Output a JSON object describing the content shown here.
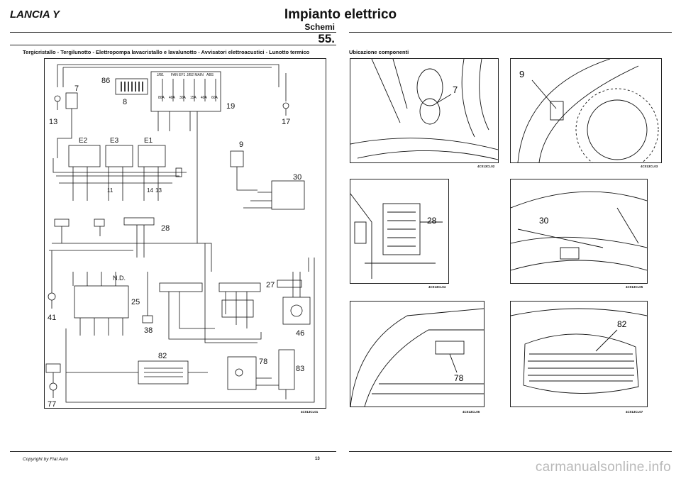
{
  "header": {
    "brand": "LANCIA Y",
    "title": "Impianto elettrico",
    "subtitle": "Schemi",
    "page_section": "55."
  },
  "diagram": {
    "caption": "Tergicristallo - Tergilunotto - Elettropompa lavacristallo e lavalunotto - Avvisatori elettroacustici - Lunotto termico",
    "code": "4C013CL01",
    "component_numbers": [
      "86",
      "7",
      "8",
      "19",
      "13",
      "17",
      "9",
      "30",
      "11",
      "14",
      "13",
      "28",
      "25",
      "38",
      "27",
      "46",
      "41",
      "82",
      "78",
      "83",
      "77"
    ],
    "fuse_labels": [
      "J/B1",
      "FAN EF1",
      "J/B2 MAIN",
      "ABS"
    ],
    "fuse_ratings": [
      "80A",
      "40A",
      "30A",
      "15A",
      "40A",
      "60A"
    ],
    "switch_labels": [
      "E2",
      "E3",
      "E1"
    ],
    "text_labels": [
      "N.D."
    ]
  },
  "components": {
    "caption": "Ubicazione componenti",
    "photos": [
      {
        "label": "7",
        "code": "4C013CL02"
      },
      {
        "label": "9",
        "code": "4C013CL03"
      },
      {
        "label": "28",
        "code": "4C013CL04"
      },
      {
        "label": "30",
        "code": "4C013CL05"
      },
      {
        "label": "78",
        "code": "4C013CL06"
      },
      {
        "label": "82",
        "code": "4C013CL07"
      }
    ]
  },
  "footer": {
    "copyright": "Copyright by Fiat Auto",
    "page_number": "13"
  },
  "watermark": "carmanualsonline.info"
}
